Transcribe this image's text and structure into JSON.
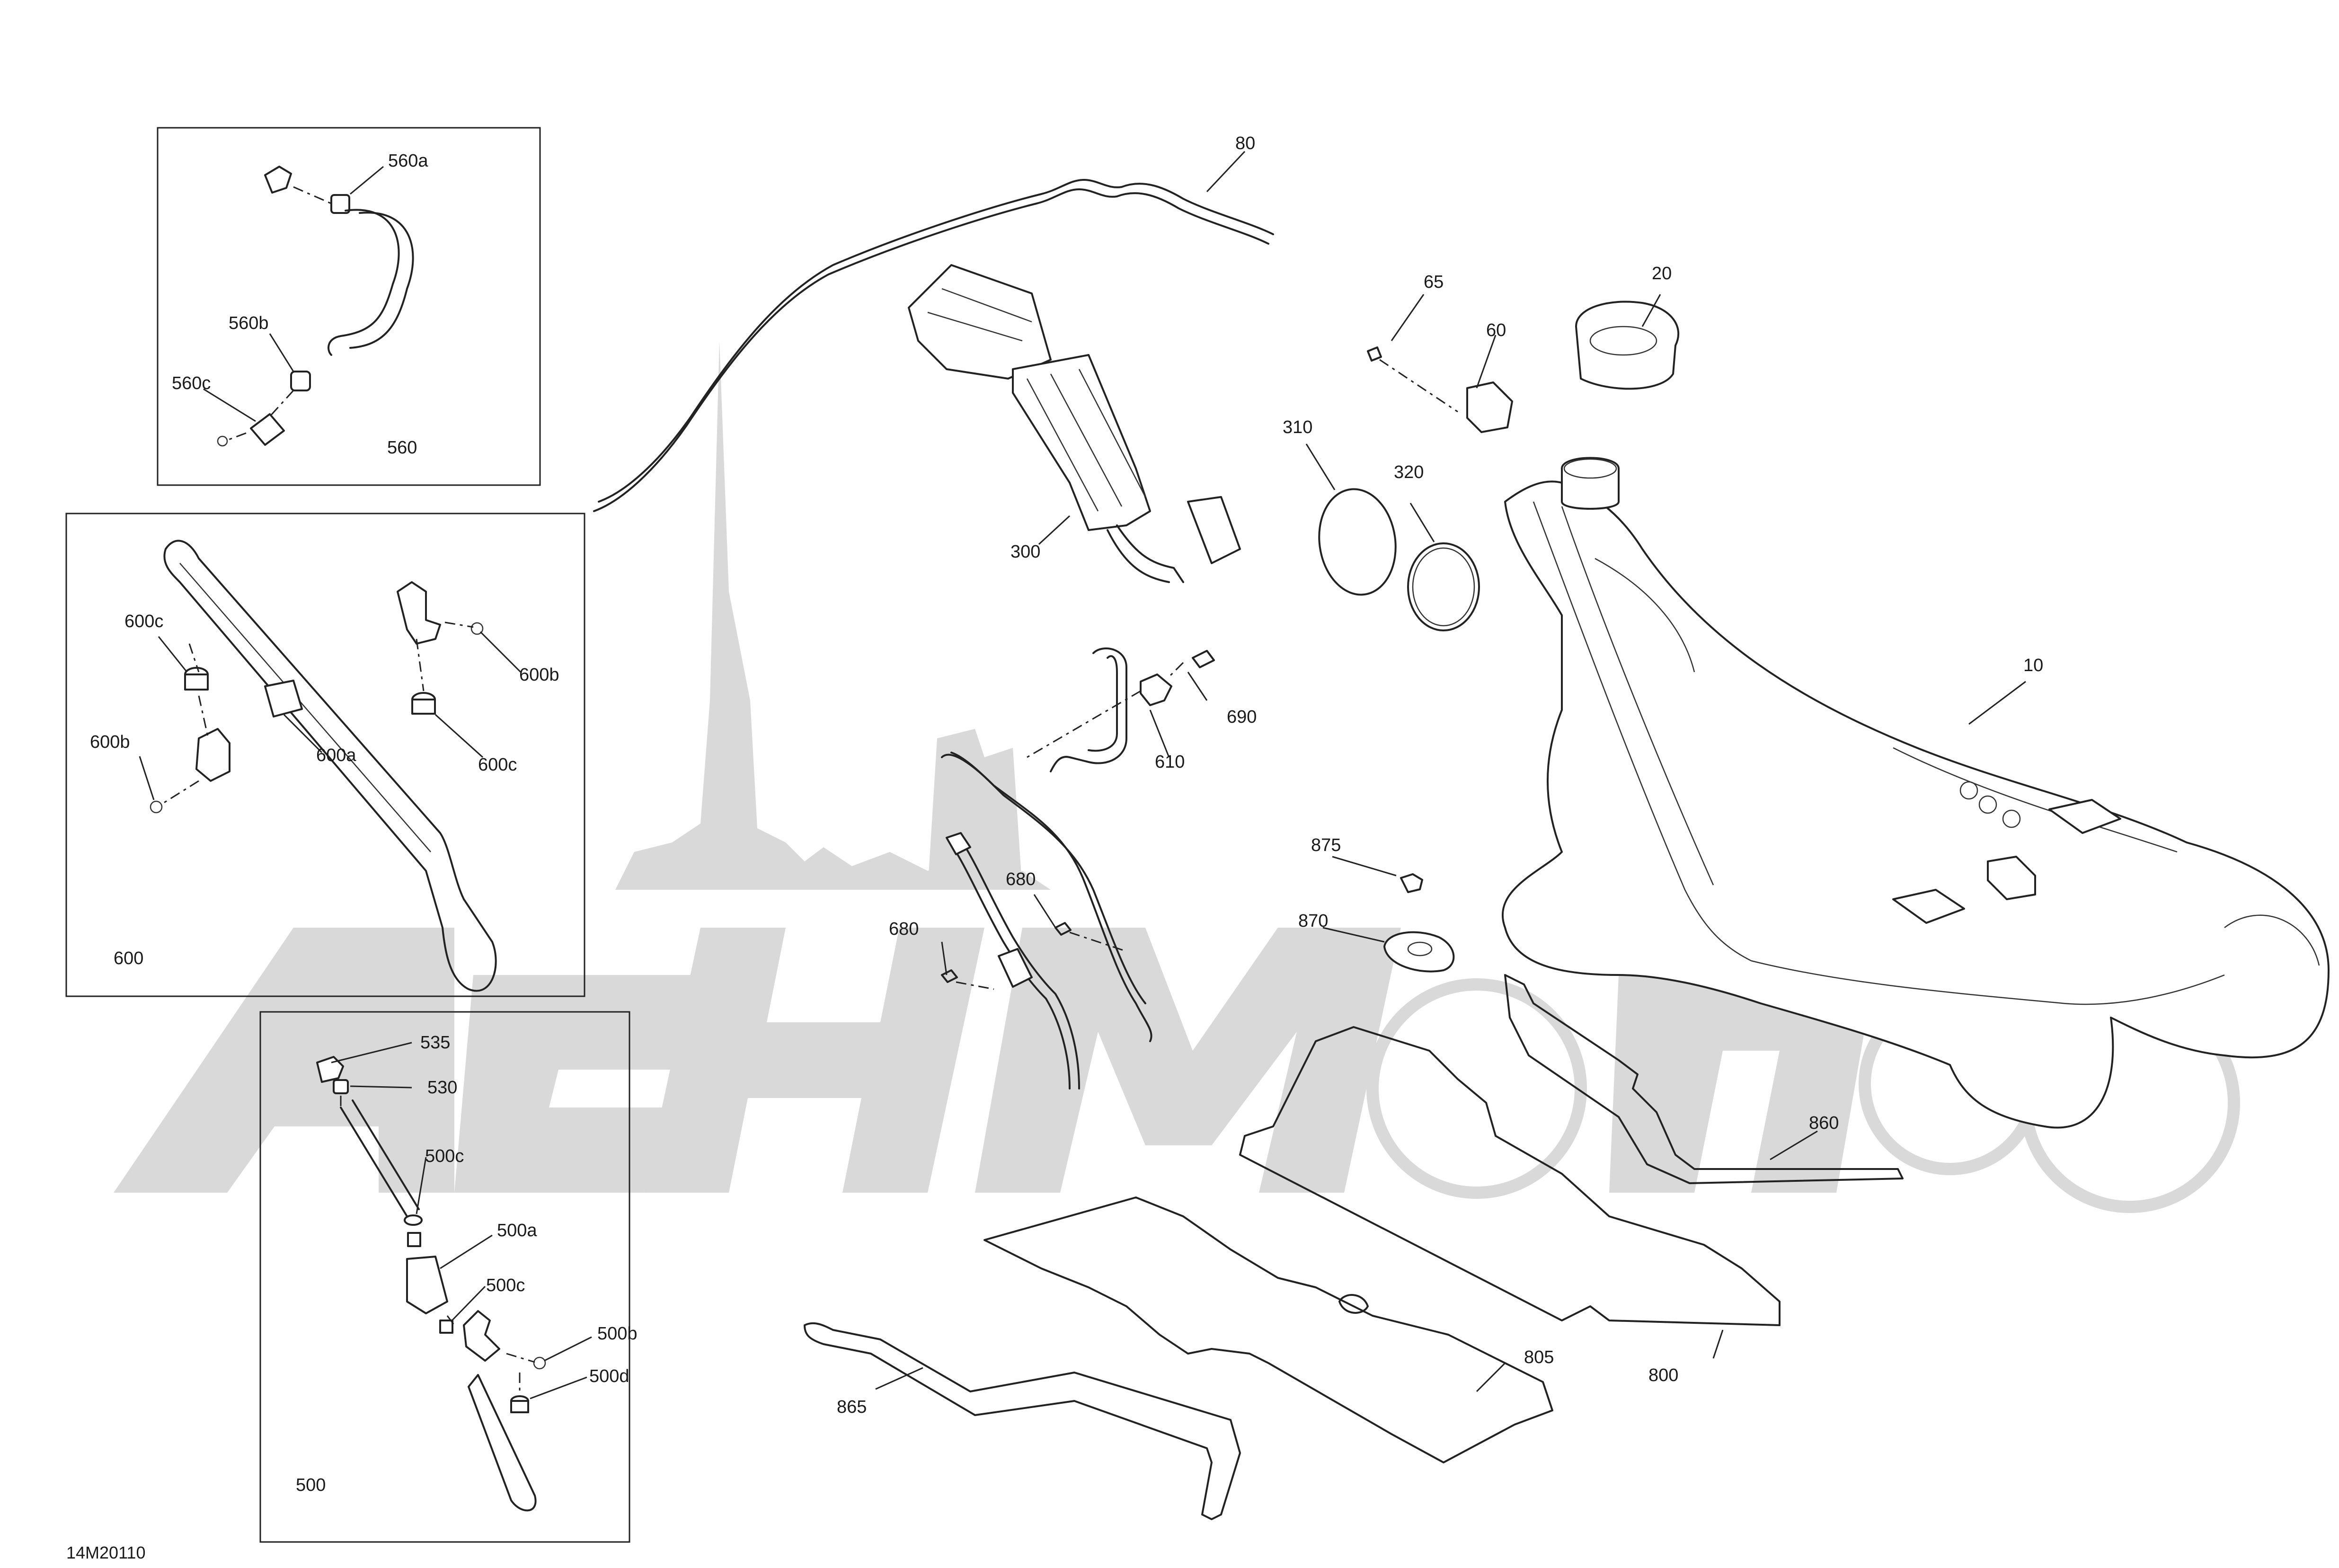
{
  "diagram": {
    "reference_code": "14M20110",
    "watermark": "AehMoto",
    "part_labels": {
      "p10": "10",
      "p20": "20",
      "p60": "60",
      "p65": "65",
      "p80": "80",
      "p300": "300",
      "p310": "310",
      "p320": "320",
      "p500a": "500a",
      "p500b": "500b",
      "p500c_1": "500c",
      "p500c_2": "500c",
      "p500d": "500d",
      "p530": "530",
      "p535": "535",
      "p560a": "560a",
      "p560b": "560b",
      "p560c": "560c",
      "p600a": "600a",
      "p600b_1": "600b",
      "p600b_2": "600b",
      "p600c_1": "600c",
      "p600c_2": "600c",
      "p610": "610",
      "p680_1": "680",
      "p680_2": "680",
      "p690": "690",
      "p800": "800",
      "p805": "805",
      "p860": "860",
      "p865": "865",
      "p870": "870",
      "p875": "875"
    },
    "group_labels": {
      "g500": "500",
      "g560": "560",
      "g600": "600"
    },
    "colors": {
      "line": "#222222",
      "watermark": "#d9d9d9",
      "background": "#ffffff"
    }
  }
}
